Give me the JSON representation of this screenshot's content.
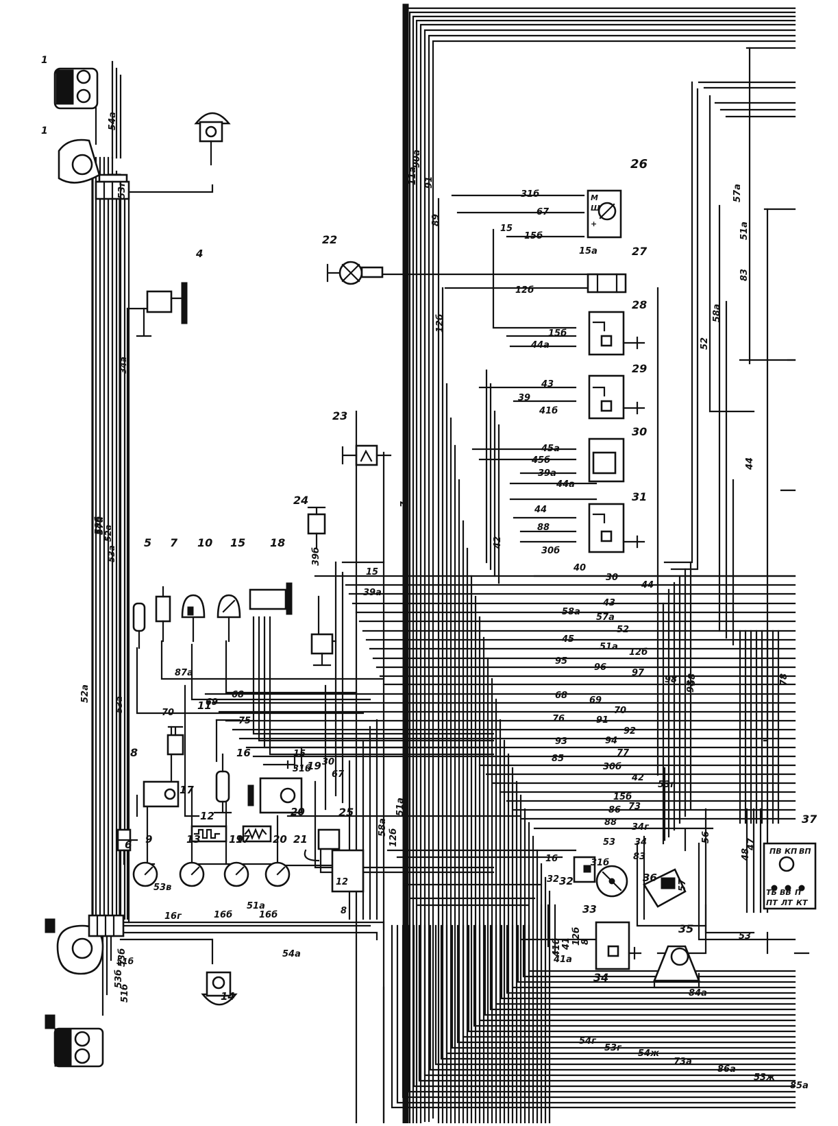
{
  "diagram": {
    "component_labels": [
      "1",
      "1",
      "4",
      "5",
      "6",
      "7",
      "8",
      "9",
      "10",
      "11",
      "12",
      "13",
      "14",
      "15",
      "16",
      "17",
      "17",
      "18",
      "19",
      "19",
      "20",
      "20",
      "21",
      "22",
      "23",
      "24",
      "25",
      "26",
      "27",
      "28",
      "29",
      "30",
      "31",
      "32",
      "33",
      "34",
      "35",
      "36",
      "37"
    ],
    "wire_labels": {
      "left_harness": [
        "52a",
        "53a",
        "53б",
        "53в",
        "51б",
        "51a",
        "53г",
        "54a",
        "34a",
        "52a",
        "53a",
        "57a",
        "58б"
      ],
      "relay_column": [
        "31б",
        "67",
        "15",
        "15б",
        "15a",
        "12б",
        "15б",
        "44a",
        "43",
        "39",
        "41б",
        "45a",
        "45б",
        "39a",
        "44a",
        "44",
        "88",
        "30б",
        "40",
        "30",
        "44"
      ],
      "right_verticals": [
        "90a",
        "91",
        "11a",
        "89",
        "12б",
        "7",
        "42",
        "57a",
        "51a",
        "83",
        "58a",
        "52",
        "44",
        "78",
        "58",
        "98",
        "56",
        "57",
        "47",
        "48"
      ],
      "main_bus": [
        "15",
        "39a",
        "58a",
        "57a",
        "43",
        "52",
        "45",
        "51a",
        "12б",
        "95",
        "96",
        "97",
        "98",
        "87a",
        "68",
        "69",
        "70",
        "76",
        "91",
        "92",
        "93",
        "94",
        "77",
        "85",
        "30б",
        "42",
        "53г",
        "15б",
        "86",
        "73",
        "88",
        "34г",
        "53",
        "34",
        "31б",
        "83"
      ],
      "lower_left": [
        "70",
        "69",
        "68",
        "75",
        "15",
        "30",
        "31б",
        "67",
        "12б",
        "51a",
        "58a",
        "16г",
        "16б",
        "16б",
        "8",
        "12",
        "16",
        "32",
        "41б",
        "41",
        "41a",
        "12б",
        "8"
      ],
      "bottom": [
        "54г",
        "53г",
        "54ж",
        "73a",
        "86a",
        "53ж",
        "85a",
        "84a",
        "53",
        "53б",
        "51б",
        "54a",
        "39б"
      ],
      "terminal_37": [
        "ПВ",
        "КП",
        "ВП",
        "ТБ",
        "ВВ",
        "П",
        "ПТ",
        "ЛТ",
        "КТ"
      ],
      "terminal_26": [
        "М",
        "Ш",
        "+"
      ]
    }
  }
}
